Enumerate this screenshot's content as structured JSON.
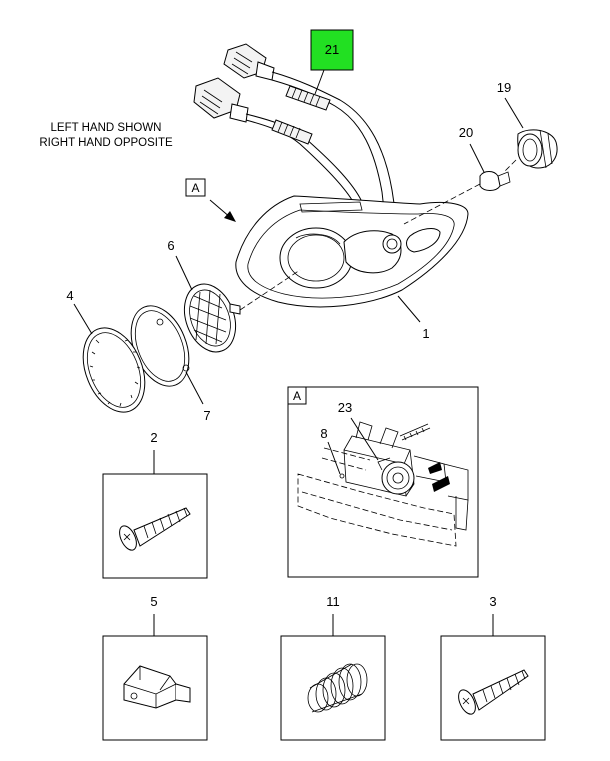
{
  "note": {
    "line1": "LEFT HAND SHOWN",
    "line2": "RIGHT HAND OPPOSITE"
  },
  "view_reference": "A",
  "detail_view_label": "A",
  "highlight_color": "#22e022",
  "callouts": {
    "c21": "21",
    "c19": "19",
    "c20": "20",
    "c6": "6",
    "c4": "4",
    "c1": "1",
    "c7": "7",
    "c2": "2",
    "c23": "23",
    "c8": "8",
    "c5": "5",
    "c11": "11",
    "c3": "3"
  }
}
